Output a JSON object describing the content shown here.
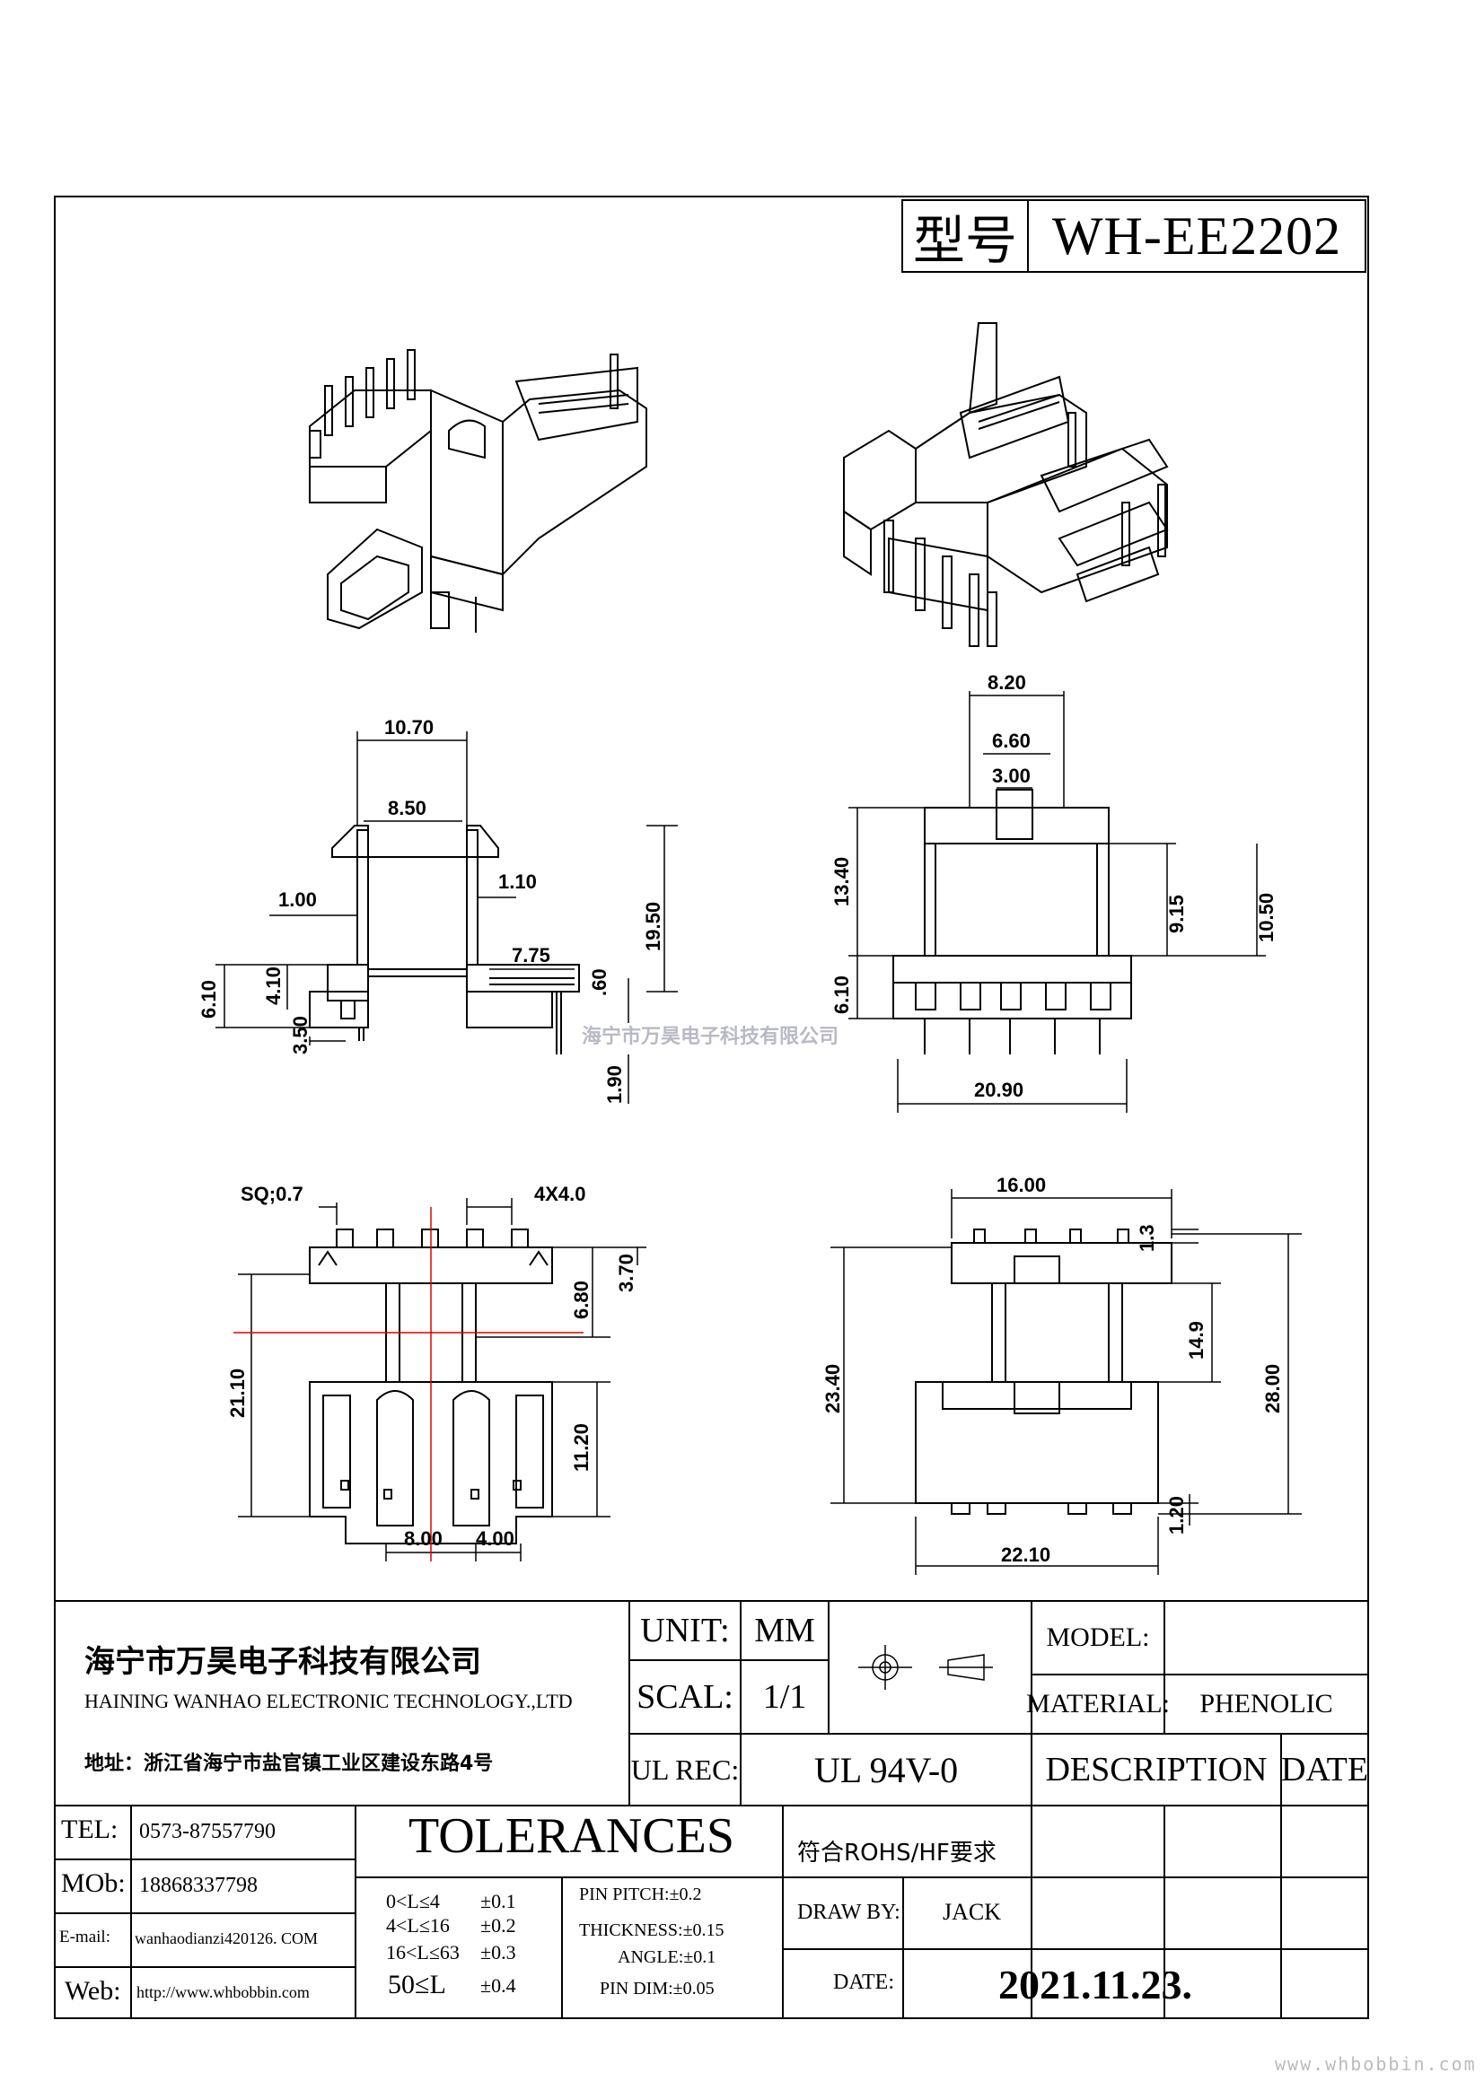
{
  "title_block": {
    "model_label": "型号",
    "model": "WH-EE2202"
  },
  "watermark": {
    "company": "海宁市万昊电子科技有限公司",
    "site": "www.whbobbin.com"
  },
  "dimensions": {
    "side_view": {
      "d1": "10.70",
      "d2": "8.50",
      "d3": "1.00",
      "d4": "1.10",
      "d5": "7.75",
      "d6": "19.50",
      "d7": "6.10",
      "d8": "4.10",
      "d9": "3.50",
      "d10": "1.90",
      "d11": ".60"
    },
    "front_view": {
      "d1": "8.20",
      "d2": "6.60",
      "d3": "3.00",
      "d4": "13.40",
      "d5": "9.15",
      "d6": "10.50",
      "d7": "6.10",
      "d8": "20.90"
    },
    "bottom_view": {
      "d1": "SQ;0.7",
      "d2": "4X4.0",
      "d3": "3.70",
      "d4": "6.80",
      "d5": "21.10",
      "d6": "11.20",
      "d7": "8.00",
      "d8": "4.00"
    },
    "top_view": {
      "d1": "16.00",
      "d2": "1.3",
      "d3": "14.9",
      "d4": "28.00",
      "d5": "23.40",
      "d6": "1.20",
      "d7": "22.10"
    }
  },
  "company": {
    "name_cn": "海宁市万昊电子科技有限公司",
    "name_en": "HAINING WANHAO ELECTRONIC TECHNOLOGY.,LTD",
    "address": "地址：浙江省海宁市盐官镇工业区建设东路4号"
  },
  "specs": {
    "unit_label": "UNIT:",
    "unit": "MM",
    "scal_label": "SCAL:",
    "scal": "1/1",
    "ulrec_label": "UL REC:",
    "ulrec": "UL 94V-0",
    "model_label": "MODEL:",
    "model": "",
    "material_label": "MATERIAL:",
    "material": "PHENOLIC",
    "description_label": "DESCRIPTION",
    "date_label": "DATE"
  },
  "contact": {
    "tel_label": "TEL:",
    "tel": "0573-87557790",
    "mob_label": "MOb:",
    "mob": "18868337798",
    "email_label": "E-mail:",
    "email": "wanhaodianzi420126. COM",
    "web_label": "Web:",
    "web": "http://www.whbobbin.com"
  },
  "tolerances": {
    "title": "TOLERANCES",
    "rows": [
      {
        "range": "0<L≤4",
        "tol": "±0.1"
      },
      {
        "range": "4<L≤16",
        "tol": "±0.2"
      },
      {
        "range": "16<L≤63",
        "tol": "±0.3"
      },
      {
        "range": "50≤L",
        "tol": "±0.4"
      }
    ],
    "pin": [
      "PIN PITCH:±0.2",
      "THICKNESS:±0.15",
      "ANGLE:±0.1",
      "PIN DIM:±0.05"
    ]
  },
  "notes": {
    "rohs": "符合ROHS/HF要求",
    "drawby_label": "DRAW BY:",
    "drawby": "JACK",
    "date_label": "DATE:",
    "date": "2021.11.23."
  }
}
